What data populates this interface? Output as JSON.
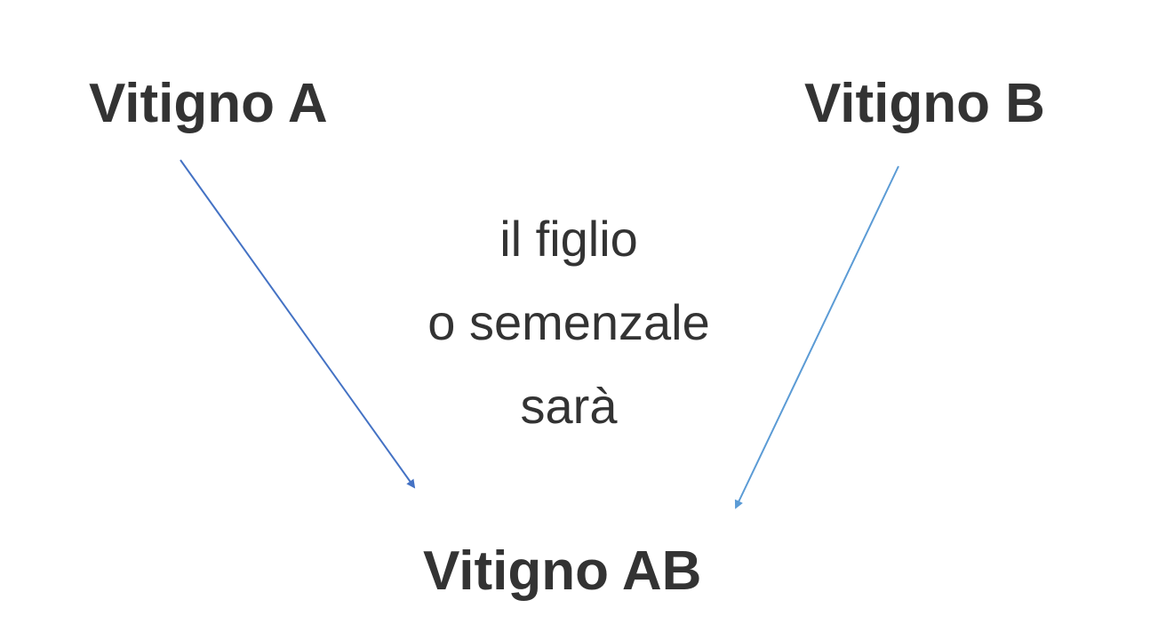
{
  "diagram": {
    "parent_a": "Vitigno A",
    "parent_b": "Vitigno B",
    "middle_lines": [
      "il figlio",
      "o semenzale",
      "sarà"
    ],
    "child": "Vitigno AB"
  },
  "colors": {
    "text": "#333333",
    "arrow_left": "#4472c4",
    "arrow_right": "#5b9bd5",
    "background": "#ffffff"
  }
}
